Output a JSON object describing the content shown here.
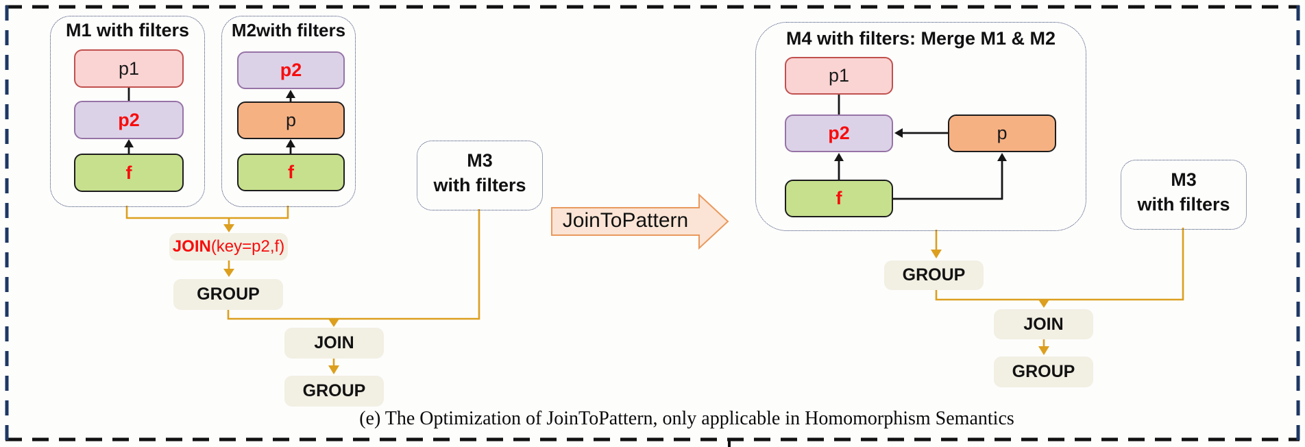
{
  "colors": {
    "gold_arrow": "#dc9f1e",
    "navy_dash_border": "#1f3864",
    "black_dash_border": "#111111",
    "pink_fill": "#fad3d3",
    "pink_border": "#c0504d",
    "purple_fill": "#dcd2e8",
    "purple_border": "#9673a6",
    "orange_fill": "#f6b183",
    "green_fill": "#c6e08d",
    "op_box_fill": "#f2efe3",
    "red_text": "#f70d0d",
    "big_arrow_fill": "#fbe4d5",
    "big_arrow_border": "#e9995c"
  },
  "m1": {
    "title": "M1 with filters",
    "p1": "p1",
    "p2": "p2",
    "f": "f"
  },
  "m2": {
    "title": "M2with filters",
    "p2": "p2",
    "p": "p",
    "f": "f"
  },
  "m3_left": {
    "line1": "M3",
    "line2": "with filters"
  },
  "m4": {
    "title": "M4 with filters: Merge M1 & M2",
    "p1": "p1",
    "p2": "p2",
    "p": "p",
    "f": "f"
  },
  "m3_right": {
    "line1": "M3",
    "line2": "with filters"
  },
  "left_flow": {
    "join_key_op": "JOIN",
    "join_key_args": "(key=p2,f)",
    "group1": "GROUP",
    "join": "JOIN",
    "group2": "GROUP"
  },
  "transform": {
    "label": "JoinToPattern"
  },
  "right_flow": {
    "group1": "GROUP",
    "join": "JOIN",
    "group2": "GROUP"
  },
  "caption": "(e) The Optimization of JoinToPattern, only applicable in Homomorphism Semantics"
}
